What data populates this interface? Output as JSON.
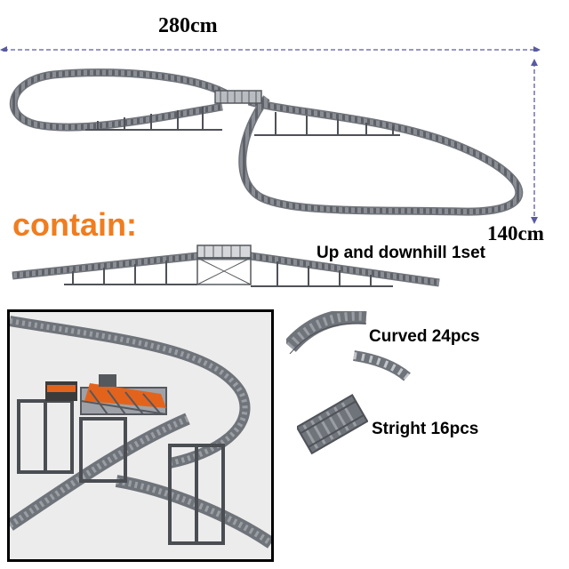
{
  "dimensions": {
    "width_label": "280cm",
    "height_label": "140cm"
  },
  "contain_label": "contain:",
  "items": [
    {
      "label": "Up and downhill 1set",
      "icon": "elevated-bridge-track-icon"
    },
    {
      "label": "Curved 24pcs",
      "icon": "curved-track-pieces-icon"
    },
    {
      "label": "Stright 16pcs",
      "icon": "straight-track-pieces-icon"
    }
  ],
  "photo": {
    "icon": "train-on-bridge-photo"
  },
  "colors": {
    "track_gray": "#7d8187",
    "track_dark": "#55585d",
    "dim_line": "#5a5aa0",
    "contain_orange": "#f07d1f",
    "train_orange": "#e4631c"
  }
}
